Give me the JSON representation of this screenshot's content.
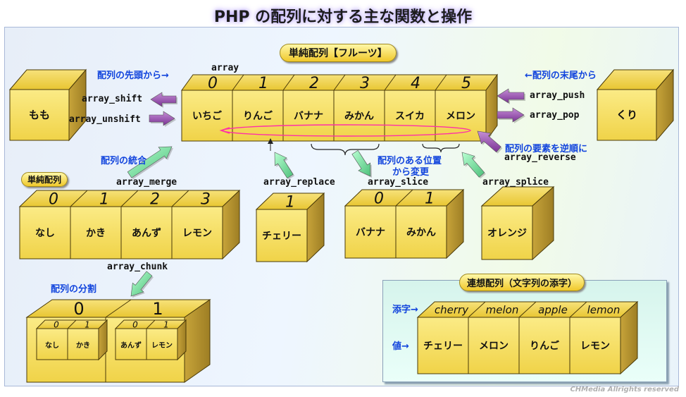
{
  "title": "PHP の配列に対する主な関数と操作",
  "copyright": "CHMedia Allrights reserved",
  "colors": {
    "cube_face": "#f6e06a",
    "cube_top": "#f0d030",
    "cube_side": "#b8962a",
    "arrow_purple": "#9a4fb0",
    "arrow_green": "#7ce8a0",
    "label_blue": "#1144dd"
  },
  "section": {
    "simple_fruit": "単純配列【フルーツ】",
    "simple": "単純配列",
    "assoc": "連想配列（文字列の添字）"
  },
  "labels": {
    "array": "array",
    "from_head": "配列の先頭から→",
    "from_tail": "←配列の末尾から",
    "merge": "配列の統合",
    "reverse": "配列の要素を逆順に",
    "position_change_1": "配列のある位置",
    "position_change_2": "から変更",
    "chunk": "配列の分割",
    "key": "添字→",
    "value": "値→"
  },
  "functions": {
    "shift": "array_shift",
    "unshift": "array_unshift",
    "push": "array_push",
    "pop": "array_pop",
    "reverse": "array_reverse",
    "merge": "array_merge",
    "replace": "array_replace",
    "slice": "array_slice",
    "splice": "array_splice",
    "chunk": "array_chunk"
  },
  "main_array": {
    "indices": [
      "0",
      "1",
      "2",
      "3",
      "4",
      "5"
    ],
    "values": [
      "いちご",
      "りんご",
      "バナナ",
      "みかん",
      "スイカ",
      "メロン"
    ]
  },
  "single_left": {
    "value": "もも"
  },
  "single_right": {
    "value": "くり"
  },
  "merge_array": {
    "indices": [
      "0",
      "1",
      "2",
      "3"
    ],
    "values": [
      "なし",
      "かき",
      "あんず",
      "レモン"
    ]
  },
  "replace_array": {
    "indices": [
      "1"
    ],
    "values": [
      "チェリー"
    ]
  },
  "slice_array": {
    "indices": [
      "0",
      "1"
    ],
    "values": [
      "バナナ",
      "みかん"
    ]
  },
  "splice_array": {
    "values": [
      "オレンジ"
    ]
  },
  "chunk_outer": {
    "indices": [
      "0",
      "1"
    ]
  },
  "chunk_inner": [
    {
      "indices": [
        "0",
        "1"
      ],
      "values": [
        "なし",
        "かき"
      ]
    },
    {
      "indices": [
        "0",
        "1"
      ],
      "values": [
        "あんず",
        "レモン"
      ]
    }
  ],
  "assoc_array": {
    "keys": [
      "cherry",
      "melon",
      "apple",
      "lemon"
    ],
    "values": [
      "チェリー",
      "メロン",
      "りんご",
      "レモン"
    ]
  }
}
